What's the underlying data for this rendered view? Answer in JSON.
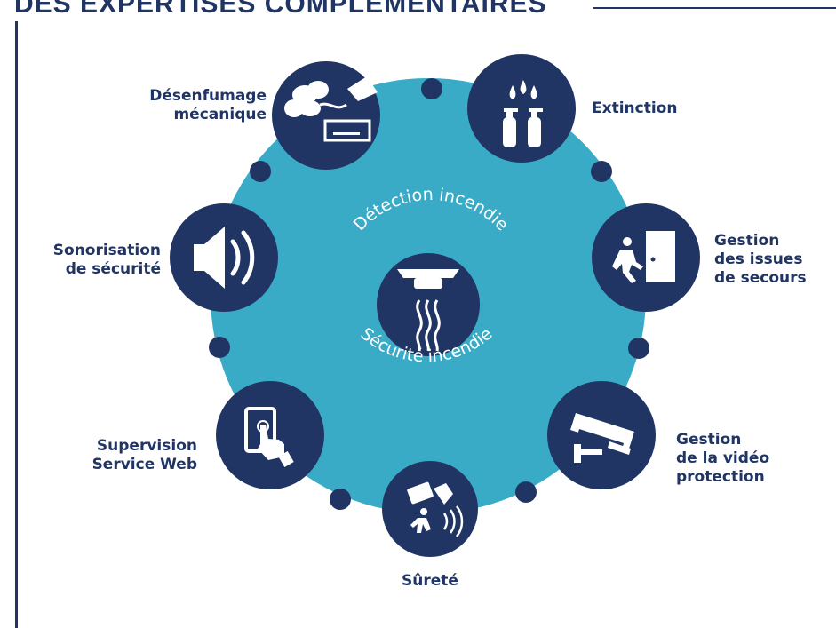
{
  "header": {
    "title": "DES EXPERTISES COMPLÉMENTAIRES"
  },
  "center": {
    "top_text": "Détection incendie",
    "bottom_text": "Sécurité incendie",
    "icon": "smoke-detector-icon"
  },
  "colors": {
    "navy": "#203563",
    "ring": "#3aabc7",
    "white": "#ffffff"
  },
  "nodes": [
    {
      "label": "Désenfumage\nmécanique",
      "icon": "smoke-extraction-icon"
    },
    {
      "label": "Extinction",
      "icon": "fire-extinguisher-icon"
    },
    {
      "label": "Gestion\ndes issues\nde secours",
      "icon": "emergency-exit-icon"
    },
    {
      "label": "Gestion\nde la vidéo\nprotection",
      "icon": "cctv-camera-icon"
    },
    {
      "label": "Sûreté",
      "icon": "access-control-icon"
    },
    {
      "label": "Supervision\nService Web",
      "icon": "touch-tablet-icon"
    },
    {
      "label": "Sonorisation\nde sécurité",
      "icon": "speaker-icon"
    }
  ]
}
